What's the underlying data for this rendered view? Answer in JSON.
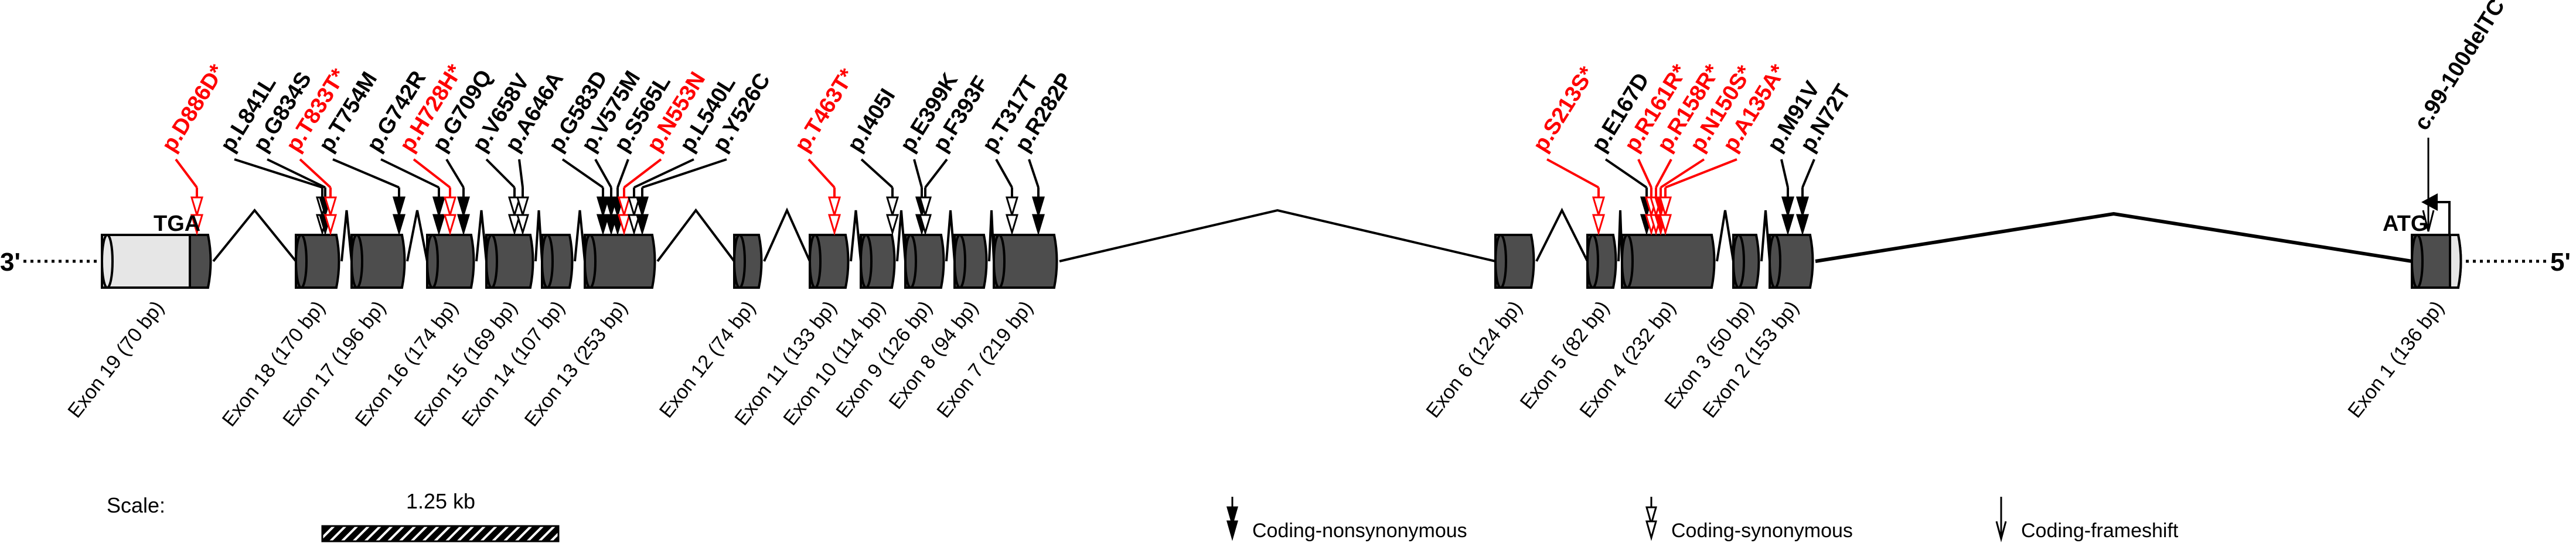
{
  "ends": {
    "three_prime": "3'",
    "five_prime": "5'",
    "stop_codon": "TGA",
    "start_codon": "ATG"
  },
  "colors": {
    "exon_fill": "#4d4d4d",
    "utr_fill": "#e6e6e6",
    "highlight": "#ff0000",
    "normal": "#000000"
  },
  "exons": [
    {
      "label": "Exon 19 (70 bp)",
      "utr": "left"
    },
    {
      "label": "Exon 18 (170 bp)"
    },
    {
      "label": "Exon 17 (196 bp)"
    },
    {
      "label": "Exon 16 (174 bp)"
    },
    {
      "label": "Exon 15 (169 bp)"
    },
    {
      "label": "Exon 14 (107 bp)"
    },
    {
      "label": "Exon 13 (253 bp)"
    },
    {
      "label": "Exon 12 (74 bp)"
    },
    {
      "label": "Exon 11 (133 bp)"
    },
    {
      "label": "Exon 10 (114 bp)"
    },
    {
      "label": "Exon 9 (126 bp)"
    },
    {
      "label": "Exon 8 (94 bp)"
    },
    {
      "label": "Exon 7 (219 bp)"
    },
    {
      "label": "Exon 6 (124 bp)"
    },
    {
      "label": "Exon 5 (82 bp)"
    },
    {
      "label": "Exon 4 (232 bp)"
    },
    {
      "label": "Exon 3 (50 bp)"
    },
    {
      "label": "Exon 2 (153 bp)"
    },
    {
      "label": "Exon 1 (136 bp)",
      "utr": "right"
    }
  ],
  "variants": [
    {
      "label": "p.D886D*",
      "type": "synonymous",
      "highlight": true
    },
    {
      "label": "p.L841L",
      "type": "synonymous",
      "highlight": false
    },
    {
      "label": "p.G834S",
      "type": "nonsynonymous",
      "highlight": false
    },
    {
      "label": "p.T833T*",
      "type": "synonymous",
      "highlight": true
    },
    {
      "label": "p.T754M",
      "type": "nonsynonymous",
      "highlight": false
    },
    {
      "label": "p.G742R",
      "type": "nonsynonymous",
      "highlight": false
    },
    {
      "label": "p.H728H*",
      "type": "synonymous",
      "highlight": true
    },
    {
      "label": "p.G709Q",
      "type": "nonsynonymous",
      "highlight": false
    },
    {
      "label": "p.V658V",
      "type": "synonymous",
      "highlight": false
    },
    {
      "label": "p.A646A",
      "type": "synonymous",
      "highlight": false
    },
    {
      "label": "p.G583D",
      "type": "nonsynonymous",
      "highlight": false
    },
    {
      "label": "p.V575M",
      "type": "nonsynonymous",
      "highlight": false
    },
    {
      "label": "p.S565L",
      "type": "nonsynonymous",
      "highlight": false
    },
    {
      "label": "p.N553N",
      "type": "synonymous",
      "highlight": true
    },
    {
      "label": "p.L540L",
      "type": "synonymous",
      "highlight": false
    },
    {
      "label": "p.Y526C",
      "type": "nonsynonymous",
      "highlight": false
    },
    {
      "label": "p.T463T*",
      "type": "synonymous",
      "highlight": true
    },
    {
      "label": "p.I405I",
      "type": "synonymous",
      "highlight": false
    },
    {
      "label": "p.E399K",
      "type": "nonsynonymous",
      "highlight": false
    },
    {
      "label": "p.F393F",
      "type": "synonymous",
      "highlight": false
    },
    {
      "label": "p.T317T",
      "type": "synonymous",
      "highlight": false
    },
    {
      "label": "p.R282P",
      "type": "nonsynonymous",
      "highlight": false
    },
    {
      "label": "p.S213S*",
      "type": "synonymous",
      "highlight": true
    },
    {
      "label": "p.E167D",
      "type": "nonsynonymous",
      "highlight": false
    },
    {
      "label": "p.R161R*",
      "type": "synonymous",
      "highlight": true
    },
    {
      "label": "p.R158R*",
      "type": "synonymous",
      "highlight": true
    },
    {
      "label": "p.N150S*",
      "type": "nonsynonymous",
      "highlight": true
    },
    {
      "label": "p.A135A*",
      "type": "synonymous",
      "highlight": true
    },
    {
      "label": "p.M91V",
      "type": "nonsynonymous",
      "highlight": false
    },
    {
      "label": "p.N72T",
      "type": "nonsynonymous",
      "highlight": false
    },
    {
      "label": "c.99-100delTC",
      "type": "frameshift",
      "highlight": false
    }
  ],
  "scale": {
    "label": "Scale:",
    "value": "1.25 kb"
  },
  "legend": [
    {
      "type": "nonsynonymous",
      "label": "Coding-nonsynonymous"
    },
    {
      "type": "synonymous",
      "label": "Coding-synonymous"
    },
    {
      "type": "frameshift",
      "label": "Coding-frameshift"
    }
  ]
}
